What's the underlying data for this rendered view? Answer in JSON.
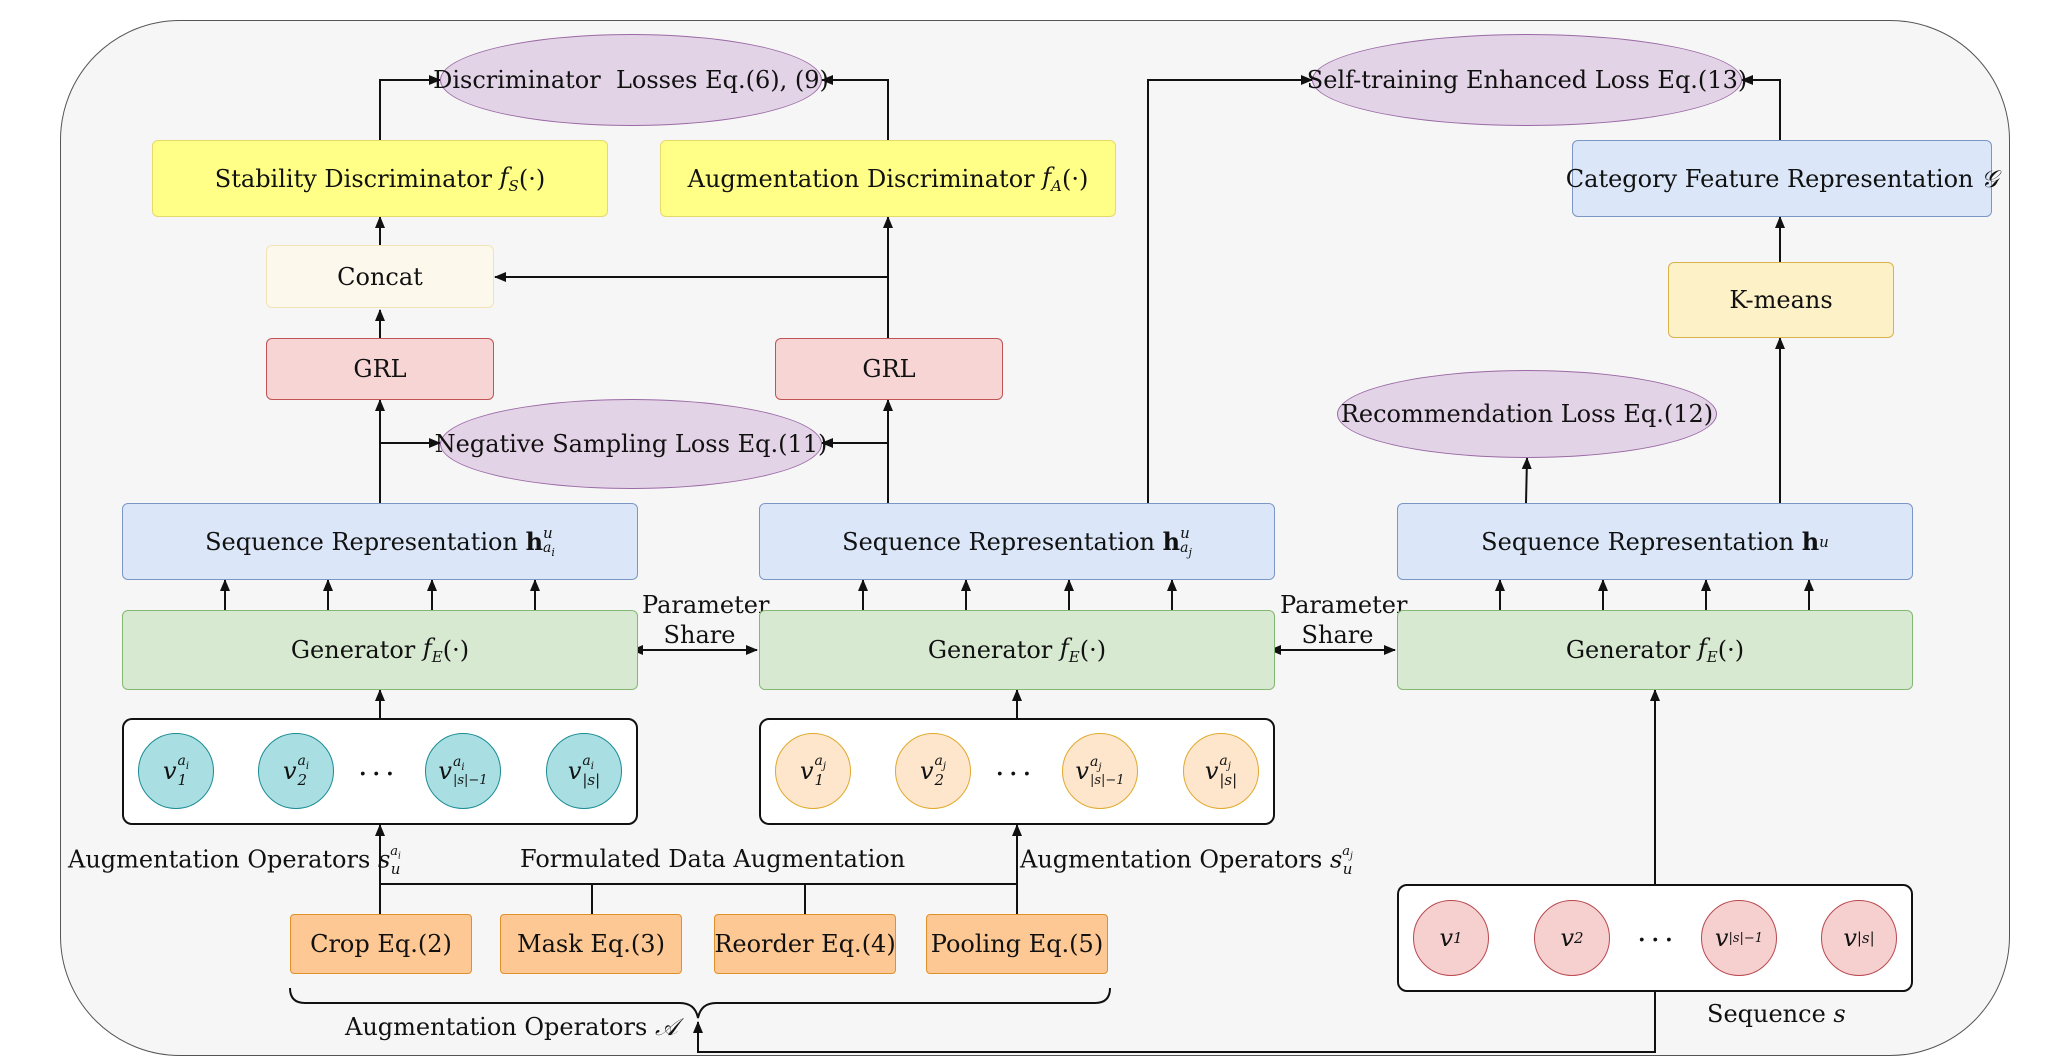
{
  "discriminator_losses": "Discriminator  Losses Eq.(6), (9)",
  "self_training_loss": "Self-training Enhanced Loss Eq.(13)",
  "stability_discriminator": "Stability Discriminator",
  "stability_func": "f",
  "stability_sub": "S",
  "augmentation_discriminator": "Augmentation Discriminator",
  "augmentation_sub": "A",
  "func_arg": "(·)",
  "category_feature": "Category Feature Representation",
  "category_symbol": "𝒢",
  "concat": "Concat",
  "grl": "GRL",
  "kmeans": "K-means",
  "negative_sampling_loss": "Negative Sampling Loss Eq.(11)",
  "recommendation_loss": "Recommendation Loss Eq.(12)",
  "sequence_representation": "Sequence Representation",
  "h_symbol": "h",
  "u_sup": "u",
  "generator": "Generator",
  "generator_sub": "E",
  "parameter_share": [
    "Parameter",
    "Share"
  ],
  "augmentation_operators_label": "Augmentation Operators",
  "formulated_data_augmentation": "Formulated Data Augmentation",
  "operators": [
    "Crop Eq.(2)",
    "Mask Eq.(3)",
    "Reorder Eq.(4)",
    "Pooling Eq.(5)"
  ],
  "augmentation_set_label": "Augmentation Operators",
  "augmentation_set_symbol": "𝒜",
  "sequence_label": "Sequence",
  "sequence_symbol": "s",
  "ellipsis": "...",
  "node_var": "v",
  "ai": "a",
  "ai_sub": "i",
  "aj_sub": "j",
  "node_subs": [
    "1",
    "2",
    "|s|−1",
    "|s|"
  ],
  "colors": {
    "yellow": "#ffff88",
    "grl": "#f8d5d5",
    "blue": "#dbe7f9",
    "green": "#d8e9d2",
    "purple": "#e3d3e6",
    "orange": "#fdc894",
    "teal_node": "#a9dfe2",
    "peach_node": "#fde6cc",
    "rose_node": "#f6cfcf"
  }
}
